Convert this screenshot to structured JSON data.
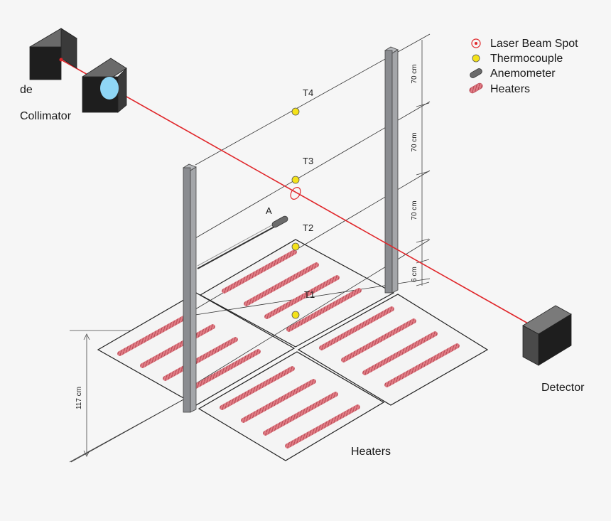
{
  "labels": {
    "source_partial": "de",
    "collimator": "Collimator",
    "detector": "Detector",
    "heaters": "Heaters",
    "anemometer_tag": "A",
    "thermocouples": [
      "T1",
      "T2",
      "T3",
      "T4"
    ]
  },
  "dimensions": {
    "segments": [
      "70 cm",
      "70 cm",
      "70 cm",
      "6 cm"
    ],
    "height": "117 cm"
  },
  "legend": [
    {
      "icon": "laser-spot-icon",
      "label": "Laser Beam Spot"
    },
    {
      "icon": "thermocouple-icon",
      "label": "Thermocouple"
    },
    {
      "icon": "anemometer-icon",
      "label": "Anemometer"
    },
    {
      "icon": "heater-icon",
      "label": "Heaters"
    }
  ],
  "colors": {
    "laser": "#e0262a",
    "thermocouple": "#f4e21a",
    "heater": "#e07a82",
    "post": "#8a8c90",
    "box": "#1e1e1e",
    "lens": "#8fd6f5"
  }
}
